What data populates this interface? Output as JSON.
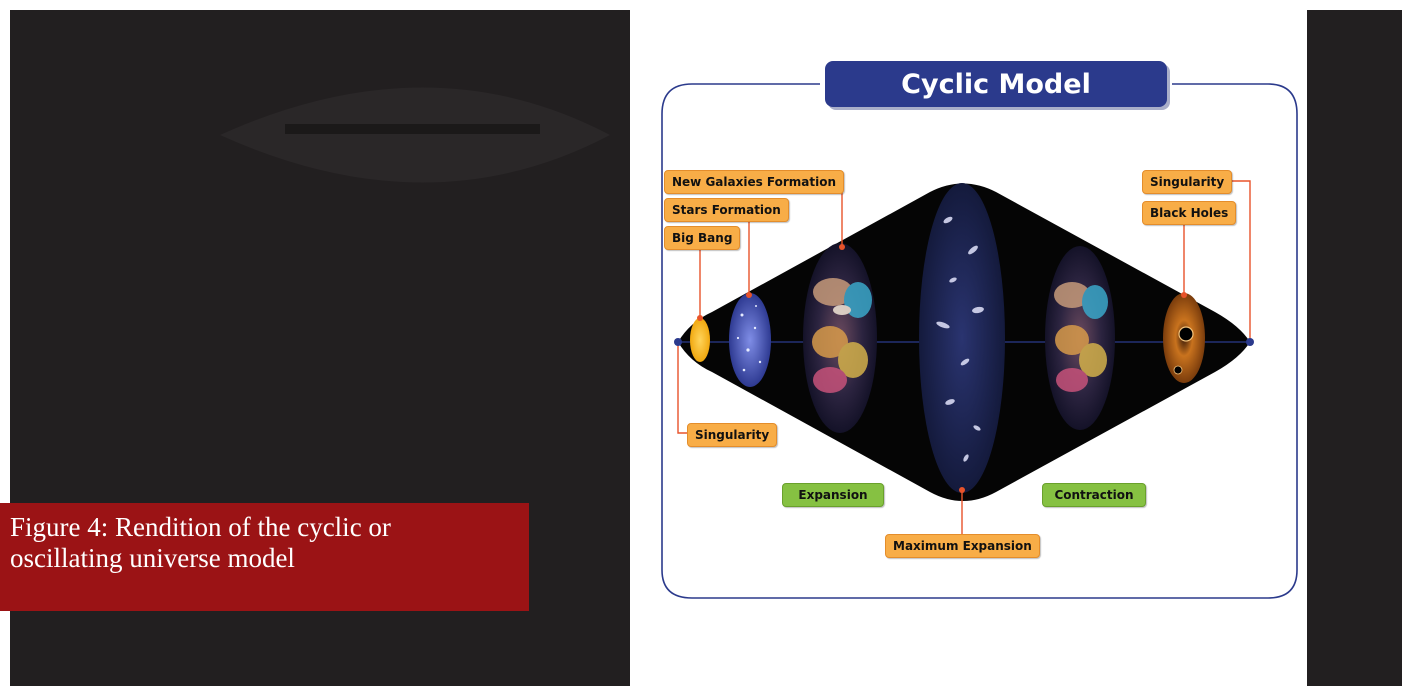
{
  "caption": {
    "text": "Figure 4: Rendition of the cyclic or oscillating universe model"
  },
  "diagram": {
    "title": "Cyclic Model",
    "labels": {
      "new_galaxies": "New Galaxies Formation",
      "stars_formation": "Stars  Formation",
      "big_bang": "Big Bang",
      "singularity_left": "Singularity",
      "singularity_right": "Singularity",
      "black_holes": "Black Holes",
      "expansion": "Expansion",
      "contraction": "Contraction",
      "maximum_expansion": "Maximum Expansion"
    },
    "colors": {
      "frame": "#2b3a8c",
      "label_orange": "#f8ad47",
      "label_green": "#86c142",
      "leader": "#e8532a",
      "caption_bg": "#9b1315",
      "dark_bg": "#221f20"
    }
  }
}
